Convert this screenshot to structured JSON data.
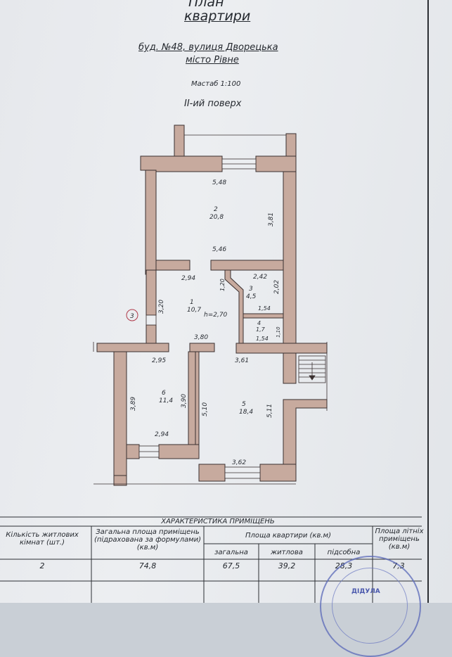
{
  "header": {
    "title_line1": "План",
    "title_line2": "квартири",
    "address_line1": "буд. №48, вулиця Дворецька",
    "address_line2": "місто Рівне",
    "scale": "Мастаб 1:100",
    "floor": "ІІ-ий поверх"
  },
  "plan": {
    "room2": {
      "num": "2",
      "area": "20,8",
      "top": "5,48",
      "bottom": "5,46",
      "right": "3,81"
    },
    "room1": {
      "num": "1",
      "area": "10,7",
      "height_note": "h=2,70",
      "top": "2,94",
      "left": "3,20",
      "bottom": "3,80",
      "inner": "1,20"
    },
    "room3": {
      "num": "3",
      "area": "4,5",
      "top": "2,42",
      "right": "2,02",
      "bottom": "1,54"
    },
    "room4": {
      "num": "4",
      "area": "1,7",
      "bottom": "1,54",
      "right": "1,10"
    },
    "room6": {
      "num": "6",
      "area": "11,4",
      "top": "2,95",
      "left": "3,89",
      "right": "3,90",
      "bottom": "2,94"
    },
    "room5": {
      "num": "5",
      "area": "18,4",
      "top": "3,61",
      "left": "5,10",
      "right": "5,11",
      "bottom": "3,62"
    },
    "marker": "3"
  },
  "table": {
    "title": "ХАРАКТЕРИСТИКА ПРИМІЩЕНЬ",
    "col1_header": "Кількість житлових кімнат (шт.)",
    "col2_header": "Загальна площа приміщень (підрахована за формулами) (кв.м)",
    "col3_header": "Площа квартири (кв.м)",
    "col3_sub1": "загальна",
    "col3_sub2": "житлова",
    "col3_sub3": "підсобна",
    "col4_header": "Площа літніх приміщень (кв.м)",
    "val_rooms": "2",
    "val_total_calc": "74,8",
    "val_total": "67,5",
    "val_living": "39,2",
    "val_aux": "28,3",
    "val_summer": "7,3"
  },
  "stamp": {
    "text": "ДІДУЛА"
  }
}
